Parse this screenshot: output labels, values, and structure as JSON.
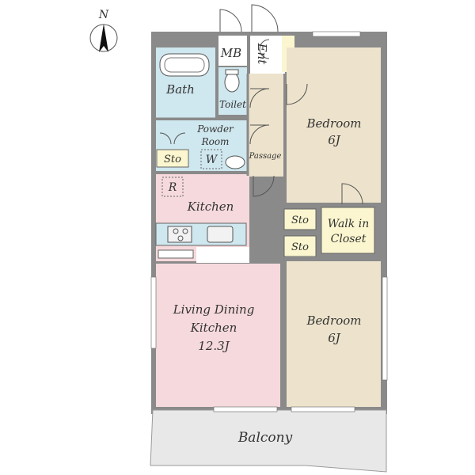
{
  "compass": {
    "label": "N"
  },
  "rooms": {
    "mb": "MB",
    "ent": "Ent",
    "bath": "Bath",
    "toilet": "Toilet",
    "powder_line1": "Powder",
    "powder_line2": "Room",
    "sto_powder": "Sto",
    "washer": "W",
    "passage": "Passage",
    "refrigerator": "R",
    "kitchen": "Kitchen",
    "bedroom1_line1": "Bedroom",
    "bedroom1_line2": "6J",
    "sto_mid1": "Sto",
    "sto_mid2": "Sto",
    "wic_line1": "Walk in",
    "wic_line2": "Closet",
    "ldk_line1": "Living Dining",
    "ldk_line2": "Kitchen",
    "ldk_line3": "12.3J",
    "bedroom2_line1": "Bedroom",
    "bedroom2_line2": "6J",
    "balcony": "Balcony"
  },
  "colors": {
    "wall": "#8a8a8a",
    "wet_area": "#cfe7ee",
    "kitchen_ldk": "#f5d9dc",
    "bedroom": "#ede3cc",
    "storage": "#fbf6cf",
    "passage": "#ede3cc",
    "balcony": "#e4e4e4"
  }
}
